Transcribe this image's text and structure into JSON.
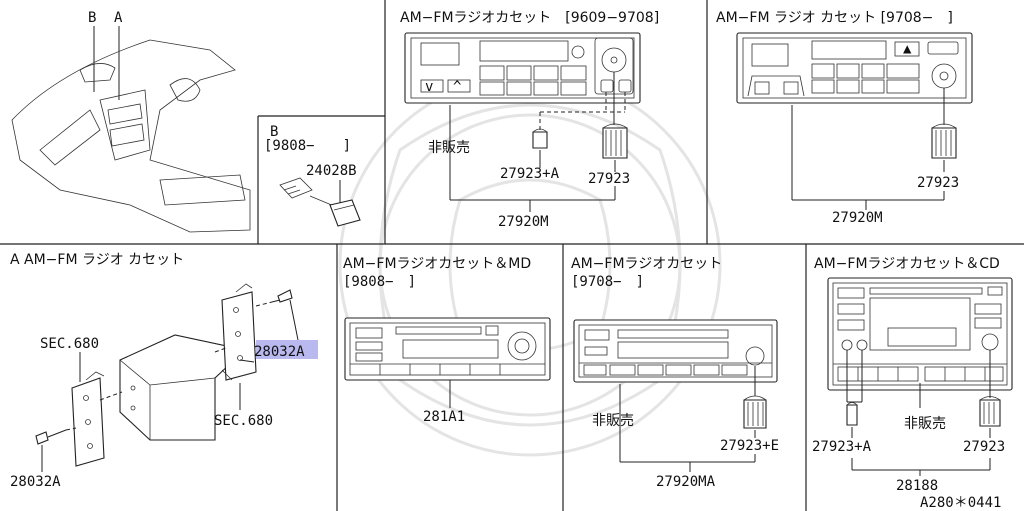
{
  "panels": {
    "p1": {
      "title": "AM−FMラジオカセット　[9609−9708]",
      "nonsale": "非販売",
      "part_a": "27923+A",
      "part_b": "27923",
      "assy": "27920M"
    },
    "p2": {
      "title": "AM−FM ラジオ カセット [9708−　]",
      "part_b": "27923",
      "assy": "27920M"
    },
    "pB": {
      "title": "B",
      "date": "[9808−　　]",
      "part": "24028B"
    },
    "overview": {
      "label_b": "B",
      "label_a": "A"
    },
    "pA": {
      "title": "A AM−FM ラジオ カセット",
      "sec_top": "SEC.680",
      "sec_bottom": "SEC.680",
      "screw_left": "28032A",
      "screw_right": "28032A"
    },
    "p3": {
      "title": "AM−FMラジオカセット＆MD",
      "date": "[9808−　]",
      "assy": "281A1"
    },
    "p4": {
      "title": "AM−FMラジオカセット",
      "date": "[9708−　]",
      "nonsale": "非販売",
      "part": "27923+E",
      "assy": "27920MA"
    },
    "p5": {
      "title": "AM−FMラジオカセット＆CD",
      "nonsale": "非販売",
      "part_a": "27923+A",
      "part_b": "27923",
      "assy": "28188"
    },
    "diagram_code": "A280＊0441",
    "colors": {
      "line": "#222222",
      "highlight": "#b9b9f0",
      "watermark": "#e4e4e4"
    }
  }
}
